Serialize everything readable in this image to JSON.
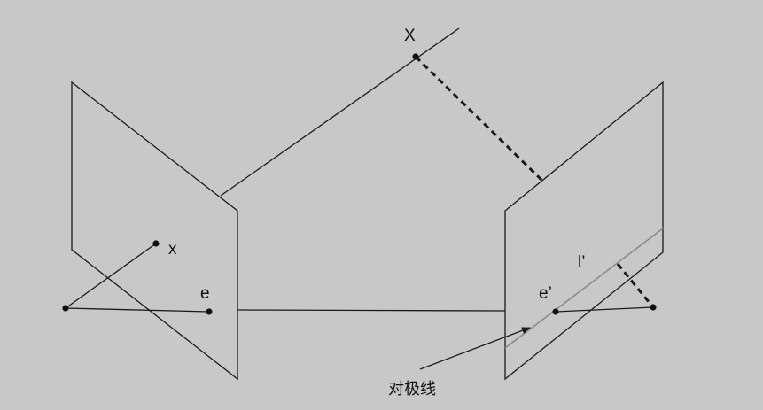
{
  "labels": {
    "world_point": "X",
    "image_point": "x",
    "epipole_left": "e",
    "epipole_right": "e’",
    "epipolar_line": "l’",
    "epipolar_line_caption": "对极线"
  },
  "colors": {
    "background": "#c8c8c8",
    "line": "#1a1a1a",
    "epipolar_line": "#8a8a8a",
    "point": "#111111"
  }
}
